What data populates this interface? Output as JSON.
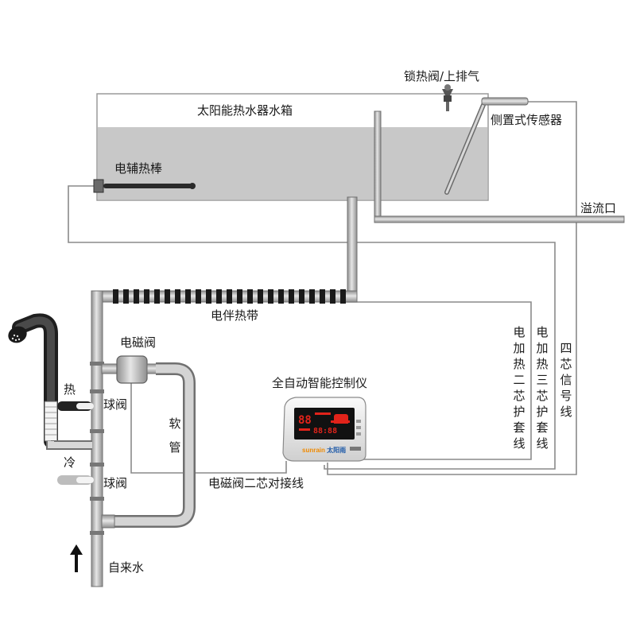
{
  "labels": {
    "tank": "太阳能热水器水箱",
    "lock_valve": "锁热阀/上排气",
    "side_sensor": "侧置式传感器",
    "heater_rod": "电辅热棒",
    "overflow": "溢流口",
    "heat_tape": "电伴热带",
    "solenoid_valve": "电磁阀",
    "hot": "热",
    "cold": "冷",
    "ball_valve_hot": "球阀",
    "ball_valve_cold": "球阀",
    "hose": "软管",
    "controller": "全自动智能控制仪",
    "heater_cable_2": "电加热二芯护套线",
    "heater_cable_3": "电加热三芯护套线",
    "signal_cable_4": "四芯信号线",
    "solenoid_cable": "电磁阀二芯对接线",
    "tap_water": "自来水"
  },
  "controller": {
    "brand": "sunrain",
    "brand_cn": "太阳雨"
  },
  "colors": {
    "tank_water": "#c8c8c8",
    "pipe": "#bdbdbd",
    "pipe_edge": "#6e6e6e",
    "wire": "#8a8a8a",
    "heat_tape": "#1a1a1a",
    "screen_bg": "#111111",
    "screen_red": "#e2231a",
    "brand_orange": "#f08a00",
    "brand_blue": "#1e5aa8"
  }
}
